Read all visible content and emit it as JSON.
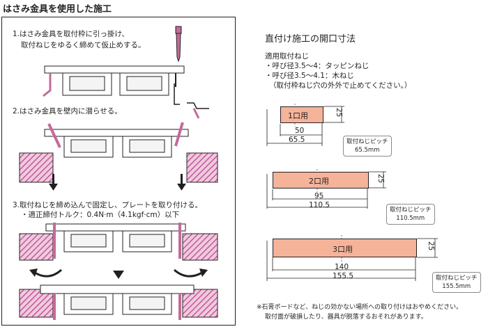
{
  "page": {
    "title": "はさみ金具を使用した施工",
    "steps": [
      {
        "line1": "1.はさみ金具を取付枠に引っ掛け、",
        "line2": "取付ねじをゆるく締めて仮止めする。"
      },
      {
        "line1": "2.はさみ金具を壁内に潜らせる。"
      },
      {
        "line1": "3.取付ねじを締め込んで固定し、プレートを取り付ける。",
        "line2": "・適正締付トルク：0.4N·m（4.1kgf·cm）以下"
      }
    ]
  },
  "openings": {
    "title": "直付け施工の開口寸法",
    "screw_heading": "適用取付ねじ",
    "screw_lines": [
      "・呼び径3.5～4：タッピンねじ",
      "・呼び径3.5～4.1：木ねじ",
      "（取付枠ねじ穴の外外で止めてください。）"
    ],
    "items": [
      {
        "label": "1口用",
        "width": "50",
        "height": "25",
        "pitch": "65.5",
        "pitch_title": "取付ねじピッチ",
        "pitch_value": "65.5mm"
      },
      {
        "label": "2口用",
        "width": "95",
        "height": "25",
        "pitch": "110.5",
        "pitch_title": "取付ねじピッチ",
        "pitch_value": "110.5mm"
      },
      {
        "label": "3口用",
        "width": "140",
        "height": "25",
        "pitch": "155.5",
        "pitch_title": "取付ねじピッチ",
        "pitch_value": "155.5mm"
      }
    ],
    "notes": [
      "※石膏ボードなど、ねじの効かない場所への取り付けはおやめください。",
      "取付面が破損したり、器具が脱落するおそれがあります。"
    ]
  },
  "colors": {
    "opening_fill": "#f5b39a",
    "metal_fitting": "#c46a9a",
    "wall_hatch": "#b3478a",
    "line": "#231f20"
  }
}
